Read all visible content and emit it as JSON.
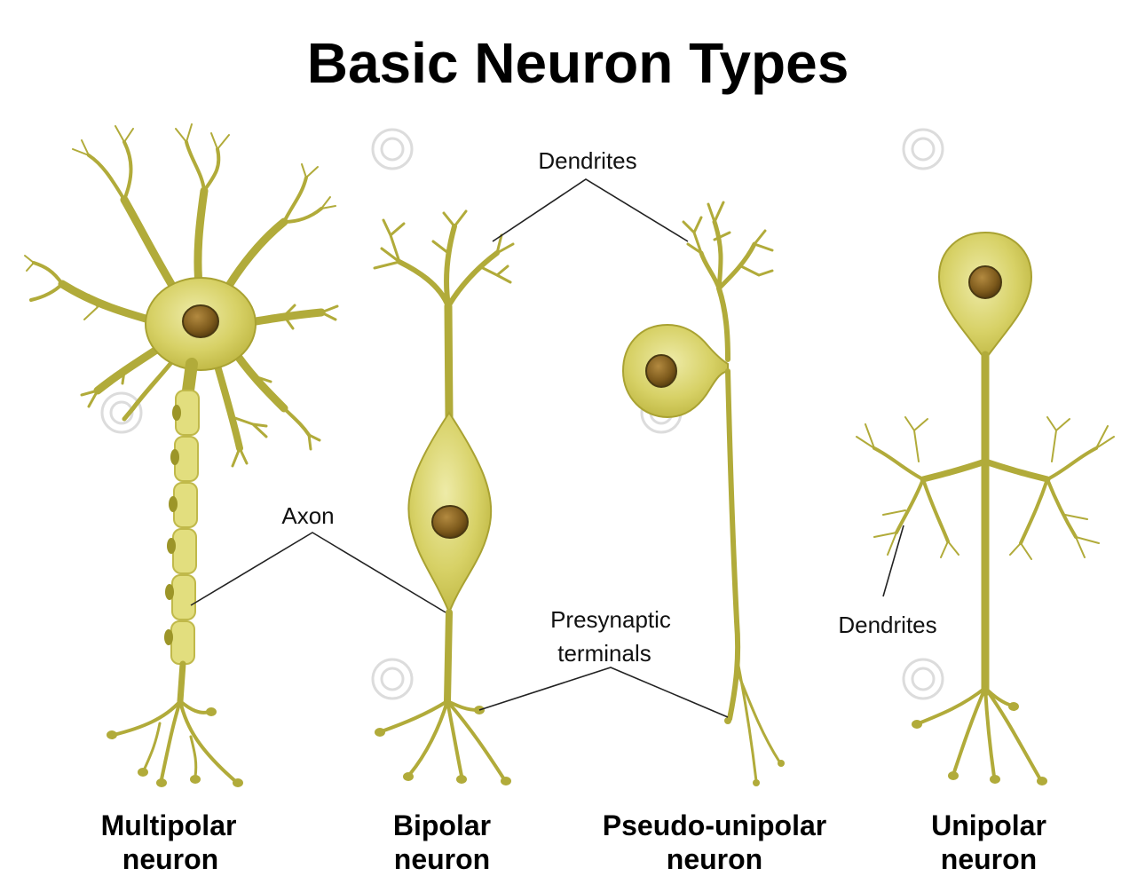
{
  "title": "Basic Neuron Types",
  "labels": {
    "dendrites_top": "Dendrites",
    "axon": "Axon",
    "presynaptic_line1": "Presynaptic",
    "presynaptic_line2": "terminals",
    "dendrites_right": "Dendrites"
  },
  "neurons": [
    {
      "line1": "Multipolar",
      "line2": "neuron"
    },
    {
      "line1": "Bipolar",
      "line2": "neuron"
    },
    {
      "line1": "Pseudo-unipolar",
      "line2": "neuron"
    },
    {
      "line1": "Unipolar",
      "line2": "neuron"
    }
  ],
  "colors": {
    "cell_body": "#d7d166",
    "cell_outline": "#a9a232",
    "nucleus": "#7d5a1c",
    "branch": "#b1ab3a",
    "text": "#000000"
  }
}
